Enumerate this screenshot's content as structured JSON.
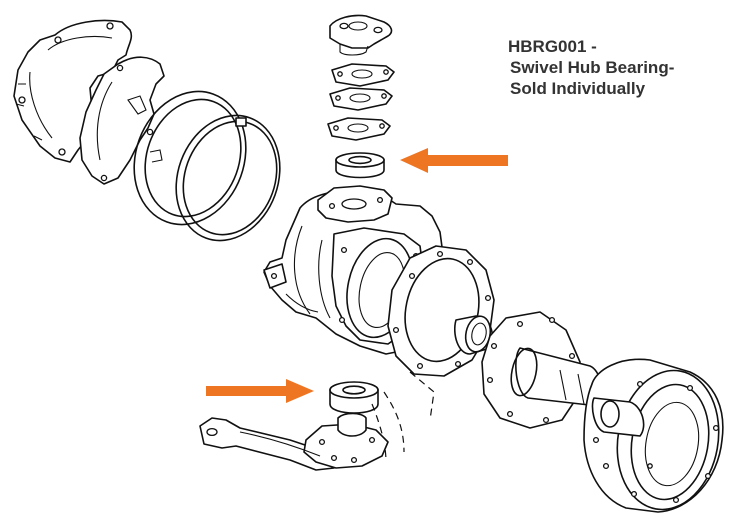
{
  "caption": {
    "line1": "HBRG001 -",
    "line2": "Swivel Hub Bearing-",
    "line3": "Sold Individually"
  },
  "colors": {
    "arrow": "#ee7623",
    "linework": "#111111",
    "caption_text": "#333333",
    "background": "#ffffff"
  },
  "icons": {
    "pointer": "arrow-left-icon",
    "pointer_lower": "arrow-right-icon"
  }
}
